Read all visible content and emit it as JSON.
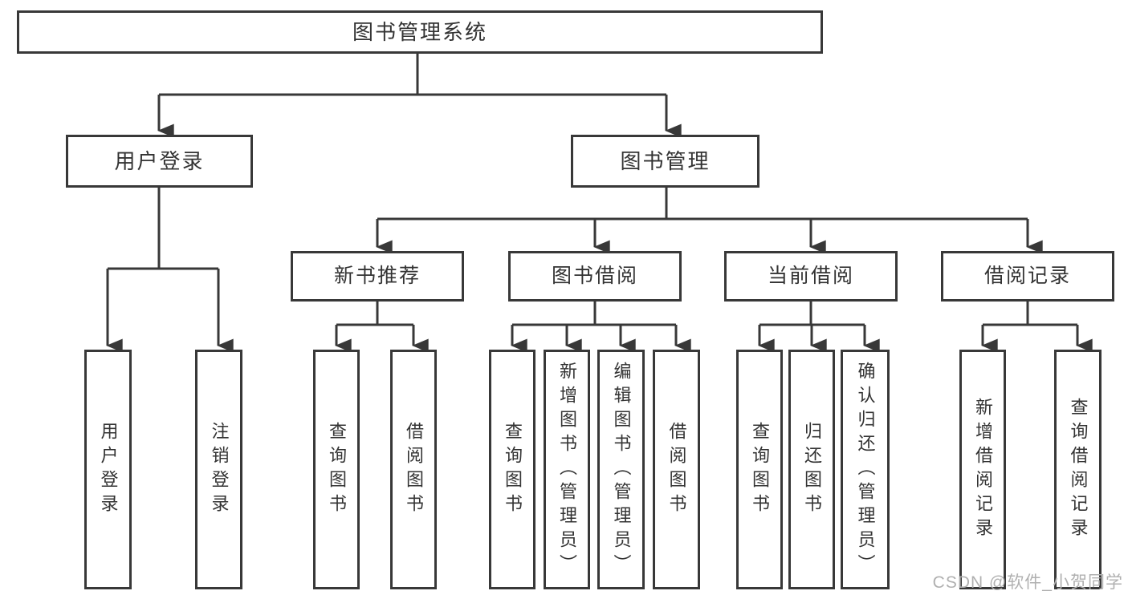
{
  "colors": {
    "line": "#383838",
    "text": "#333333",
    "watermark": "#b0b0b0",
    "bg": "#ffffff"
  },
  "watermark": {
    "text": "CSDN @软件_小贺同学"
  },
  "tree": {
    "root": {
      "label": "图书管理系统"
    },
    "children": [
      {
        "label": "用户登录",
        "children": [
          {
            "label": "用户登录"
          },
          {
            "label": "注销登录"
          }
        ]
      },
      {
        "label": "图书管理",
        "children": [
          {
            "label": "新书推荐",
            "children": [
              {
                "label": "查询图书"
              },
              {
                "label": "借阅图书"
              }
            ]
          },
          {
            "label": "图书借阅",
            "children": [
              {
                "label": "查询图书"
              },
              {
                "label": "新增图书（管理员）"
              },
              {
                "label": "编辑图书（管理员）"
              },
              {
                "label": "借阅图书"
              }
            ]
          },
          {
            "label": "当前借阅",
            "children": [
              {
                "label": "查询图书"
              },
              {
                "label": "归还图书"
              },
              {
                "label": "确认归还（管理员）"
              }
            ]
          },
          {
            "label": "借阅记录",
            "children": [
              {
                "label": "新增借阅记录"
              },
              {
                "label": "查询借阅记录"
              }
            ]
          }
        ]
      }
    ]
  }
}
